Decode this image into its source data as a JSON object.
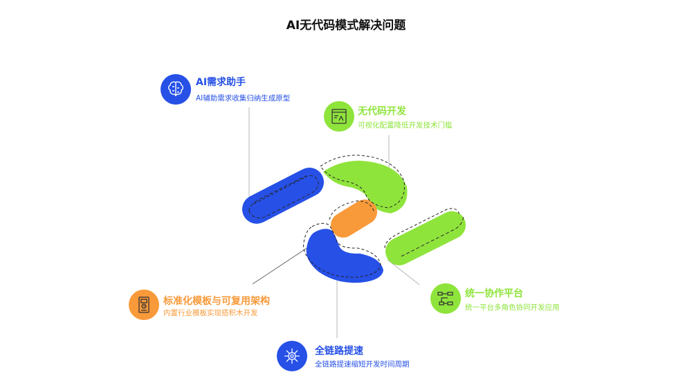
{
  "title": "AI无代码模式解决问题",
  "colors": {
    "blue": "#2650e6",
    "green": "#8fe43c",
    "orange": "#f89a3a"
  },
  "items": [
    {
      "title": "AI需求助手",
      "subtitle": "AI辅助需求收集归纳生成原型",
      "icon": "brain-icon"
    },
    {
      "title": "无代码开发",
      "subtitle": "可视化配置降低开发技术门槛",
      "icon": "code-window-icon"
    },
    {
      "title": "标准化模板与可复用架构",
      "subtitle": "内置行业模板实现搭积木开发",
      "icon": "template-phone-icon"
    },
    {
      "title": "统一协作平台",
      "subtitle": "统一平台多角色协同开发应用",
      "icon": "flowchart-icon"
    },
    {
      "title": "全链路提速",
      "subtitle": "全链路提速缩短开发时间周期",
      "icon": "gear-icon"
    }
  ]
}
